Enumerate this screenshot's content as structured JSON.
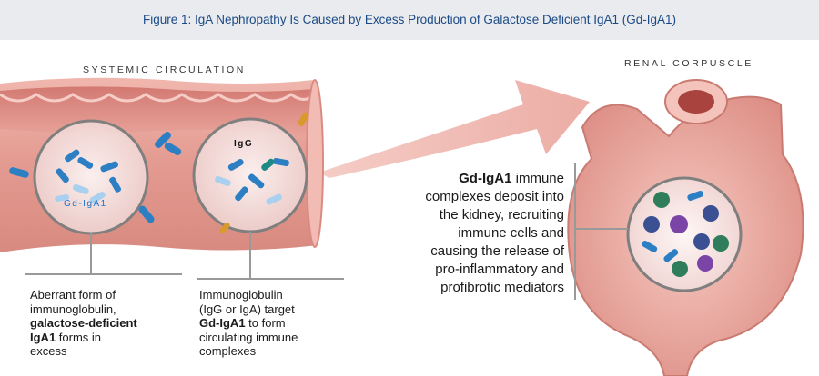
{
  "figure": {
    "title": "Figure 1: IgA Nephropathy Is Caused by Excess Production of Galactose Deficient IgA1 (Gd-IgA1)"
  },
  "sections": {
    "systemic_label": "SYSTEMIC CIRCULATION",
    "renal_label": "RENAL CORPUSCLE"
  },
  "lenses": {
    "gd_iga1_label": "Gd-IgA1",
    "igg_label": "IgG"
  },
  "captions": {
    "left": {
      "line1": "Aberrant form of",
      "line2": "immunoglobulin,",
      "line3_bold": "galactose-deficient",
      "line4_bold": "IgA1",
      "line4_rest": " forms in",
      "line5": "excess"
    },
    "middle": {
      "line1": "Immunoglobulin",
      "line2": "(IgG or IgA) target",
      "line3_bold": "Gd-IgA1",
      "line3_rest": " to form",
      "line4": "circulating immune",
      "line5": "complexes"
    },
    "right": {
      "line1_bold": "Gd-IgA1",
      "line1_rest": " immune",
      "line2": "complexes deposit into",
      "line3": "the kidney, recruiting",
      "line4": "immune cells and",
      "line5": "causing the release of",
      "line6": "pro-inflammatory and",
      "line7": "profibrotic mediators"
    }
  },
  "colors": {
    "title": "#1b4a86",
    "vessel": "#e8a79f",
    "antibody_blue": "#2d7fc4",
    "antibody_light": "#a9d0ef",
    "connector": "#999999"
  }
}
